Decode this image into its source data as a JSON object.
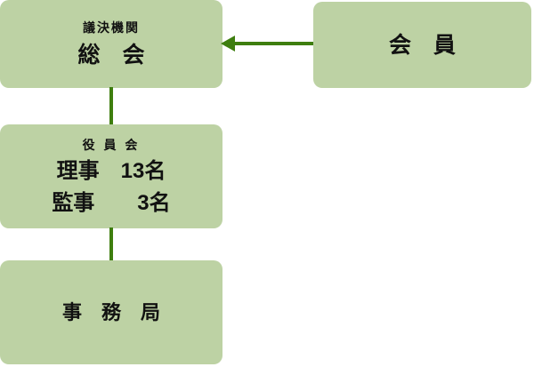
{
  "diagram": {
    "type": "org-chart",
    "nodes": {
      "general_meeting": {
        "subtitle": "議決機関",
        "title": "総　会"
      },
      "members": {
        "title": "会　員"
      },
      "board": {
        "subtitle": "役 員 会",
        "line1": "理事　13名",
        "line2": "監事　　3名"
      },
      "secretariat": {
        "title": "事　務　局"
      }
    },
    "edges": [
      {
        "from": "members",
        "to": "general_meeting",
        "style": "arrow-left"
      },
      {
        "from": "general_meeting",
        "to": "board",
        "style": "line"
      },
      {
        "from": "board",
        "to": "secretariat",
        "style": "line"
      }
    ]
  },
  "colors": {
    "box_fill": "#bdd2a4",
    "connector": "#3e7e0f",
    "text": "#111111",
    "background": "#ffffff"
  }
}
